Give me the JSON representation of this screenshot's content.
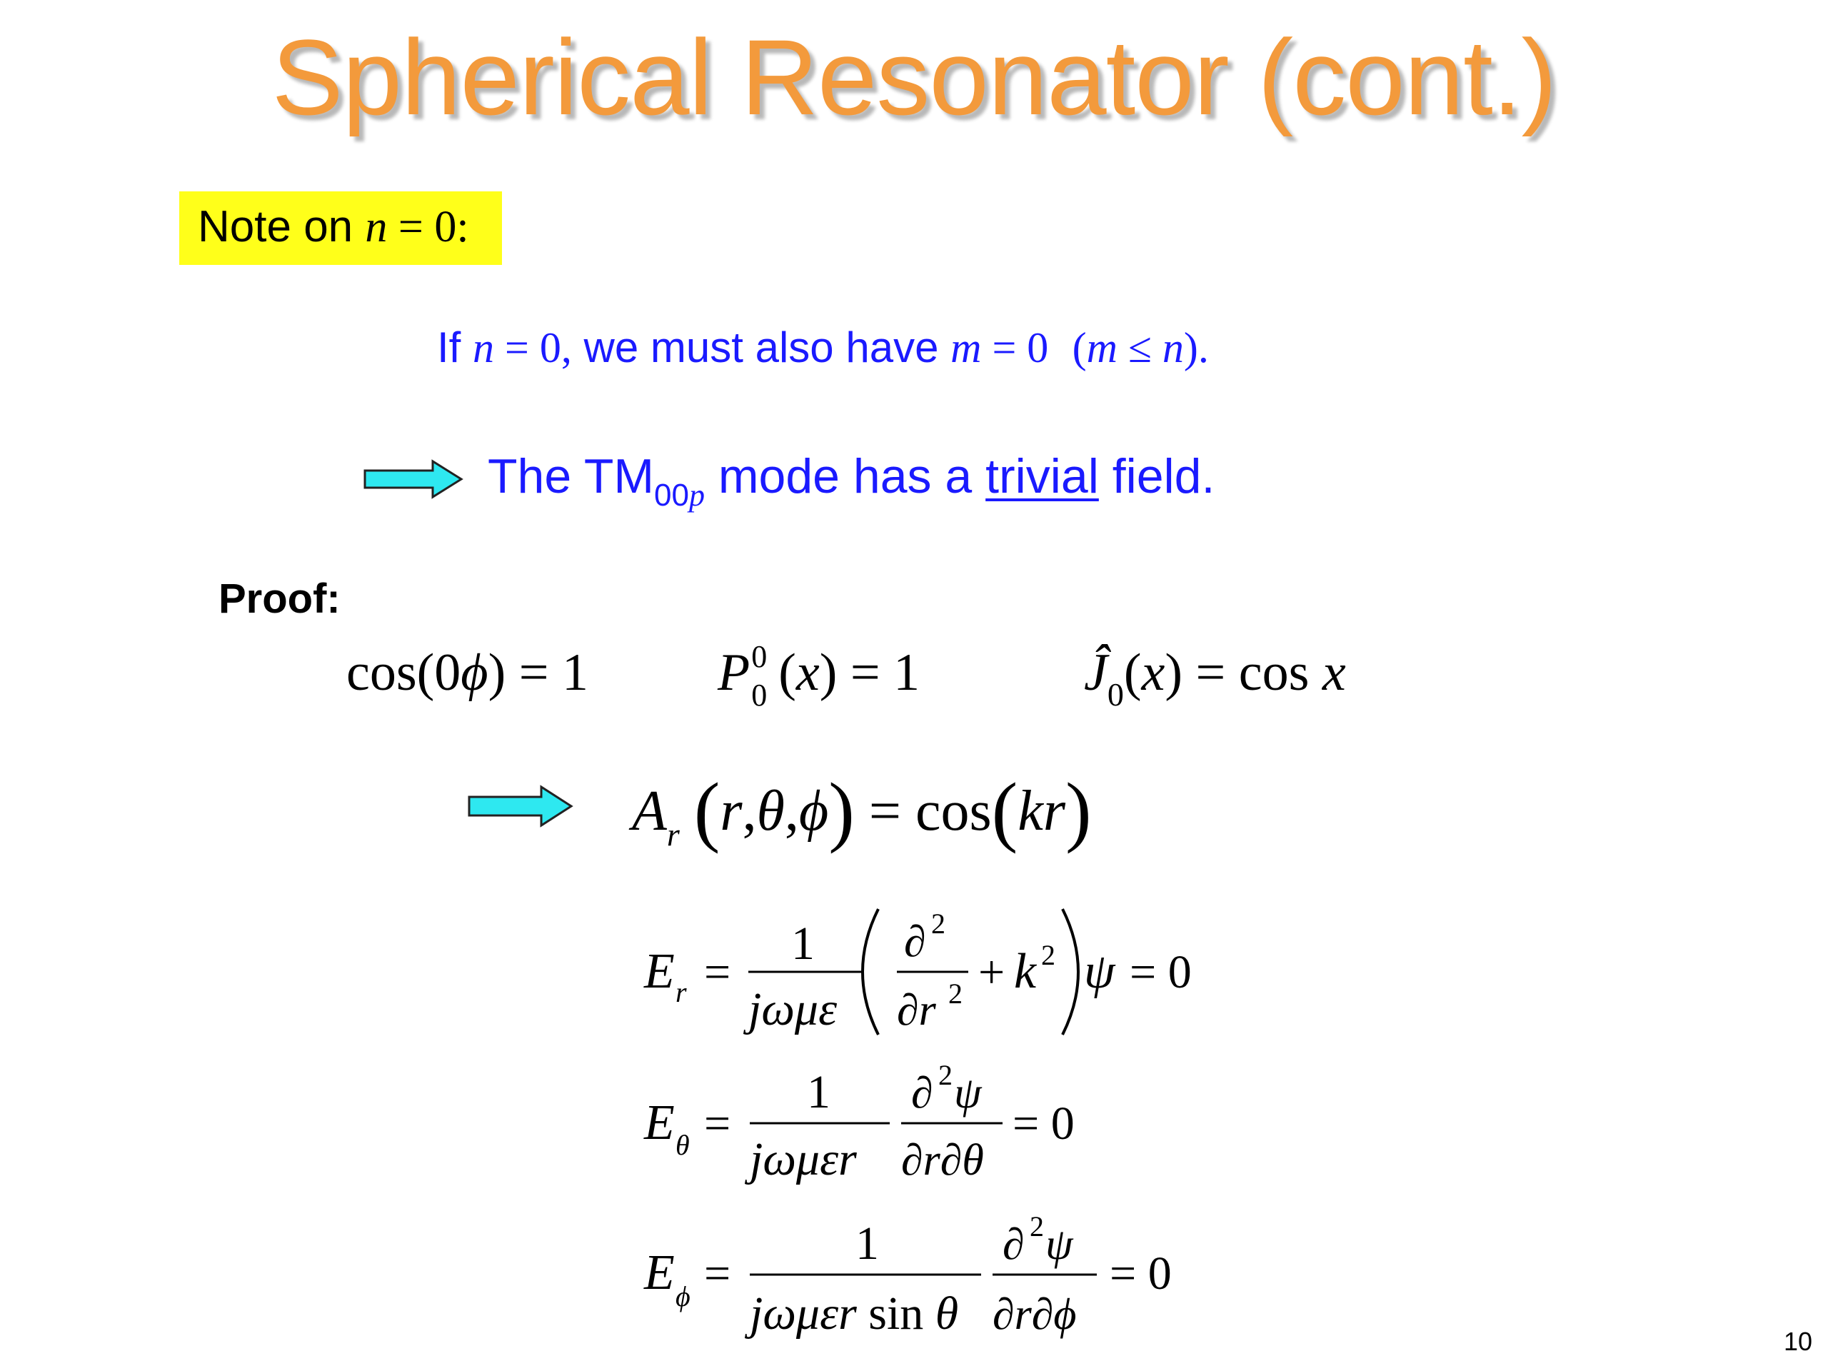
{
  "slide": {
    "title": "Spherical Resonator (cont.)",
    "note_label": "Note on",
    "note_math": "n = 0:",
    "if_line": {
      "prefix": "If",
      "math1": "n = 0,",
      "middle": "we must also have",
      "math2": "m = 0",
      "math3": "(m ≤ n).",
      "full": "If n = 0, we must also have m = 0 (m ≤ n)."
    },
    "tm_line": {
      "pre": "The TM",
      "sub": "00",
      "sub_italic": "p",
      "mid": "mode has a",
      "underlined": "trivial",
      "post": "field."
    },
    "proof_label": "Proof:",
    "equations": {
      "cos_eq": "cos(0φ) = 1",
      "legendre_eq": "P₀⁰(x) = 1",
      "bessel_eq": "Ĵ₀(x) = cos x",
      "ar_eq": "Aᵣ(r, θ, φ) = cos(kr)",
      "er_eq": "Eᵣ = 1/(jωμε) (∂²/∂r² + k²) ψ = 0",
      "etheta_eq": "E_θ = 1/(jωμεr) ∂²ψ/∂r∂θ = 0",
      "ephi_eq": "E_φ = 1/(jωμεr sin θ) ∂²ψ/∂r∂φ = 0"
    },
    "page_number": "10"
  },
  "colors": {
    "title": "#f39a3c",
    "note_bg": "#ffff1a",
    "blue_text": "#1a1aff",
    "arrow_fill": "#2ee8f0"
  }
}
